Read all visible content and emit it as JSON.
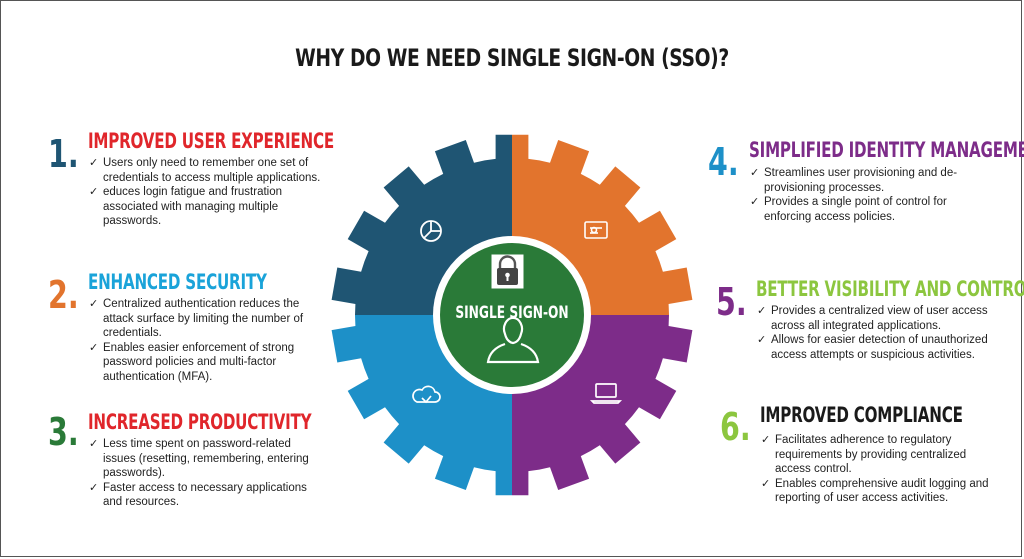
{
  "title": "WHY DO WE NEED SINGLE SIGN-ON (SSO)?",
  "hub": {
    "label": "SINGLE SIGN-ON",
    "lock_icon": "padlock-icon",
    "user_icon": "user-silhouette-icon"
  },
  "colors": {
    "darkblue": "#1f5573",
    "orange": "#e2742d",
    "lightblue": "#1d90c8",
    "purple": "#7d2c89",
    "green": "#2a7a38",
    "red": "#e0262b",
    "cyan": "#1aa3d9",
    "lime": "#8cc63f"
  },
  "segment_icons": [
    "pie-chart-icon",
    "document-icon",
    "cloud-icon",
    "laptop-icon"
  ],
  "items": [
    {
      "num": "1.",
      "title": "IMPROVED USER EXPERIENCE",
      "points": [
        "Users only need to remember one set of credentials to access multiple applications.",
        "educes login fatigue and frustration associated with managing multiple passwords."
      ]
    },
    {
      "num": "2.",
      "title": "ENHANCED SECURITY",
      "points": [
        "Centralized authentication reduces the attack surface by limiting the number of credentials.",
        "Enables easier enforcement of strong password policies and multi-factor authentication (MFA)."
      ]
    },
    {
      "num": "3.",
      "title": "INCREASED PRODUCTIVITY",
      "points": [
        "Less time spent on password-related issues (resetting, remembering, entering passwords).",
        "Faster access to necessary applications and resources."
      ]
    },
    {
      "num": "4.",
      "title": "SIMPLIFIED IDENTITY MANAGEMENT",
      "points": [
        "Streamlines user provisioning and de-provisioning processes.",
        "Provides a single point of control for enforcing access policies."
      ]
    },
    {
      "num": "5.",
      "title": "BETTER VISIBILITY AND CONTROL",
      "points": [
        "Provides a centralized view of user access across all integrated applications.",
        "Allows for easier detection of unauthorized access attempts or suspicious activities."
      ]
    },
    {
      "num": "6.",
      "title": "IMPROVED COMPLIANCE",
      "points": [
        "Facilitates adherence to regulatory requirements by providing centralized access control.",
        "Enables comprehensive audit logging and reporting of user access activities."
      ]
    }
  ]
}
